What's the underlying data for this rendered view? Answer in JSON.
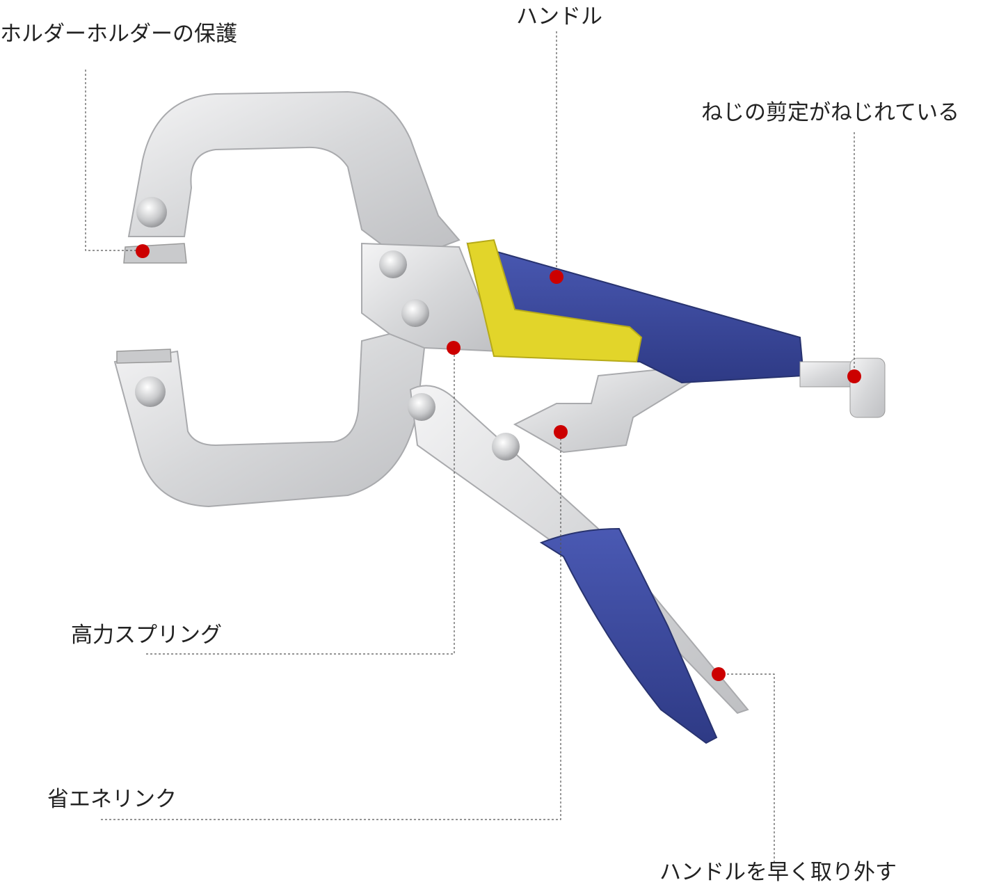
{
  "title": "C-clamp locking pliers parts diagram",
  "labels": {
    "holder_protection": "ホルダーホルダーの保護",
    "handle": "ハンドル",
    "screw": "ねじの剪定がねじれている",
    "spring": "高力スプリング",
    "link": "省エネリンク",
    "release": "ハンドルを早く取り外す"
  },
  "colors": {
    "marker": "#cc0000",
    "handle_blue": "#3c4a9e",
    "handle_yellow": "#e2d52a",
    "metal": "#d9dadc",
    "leader_line": "#555555"
  }
}
